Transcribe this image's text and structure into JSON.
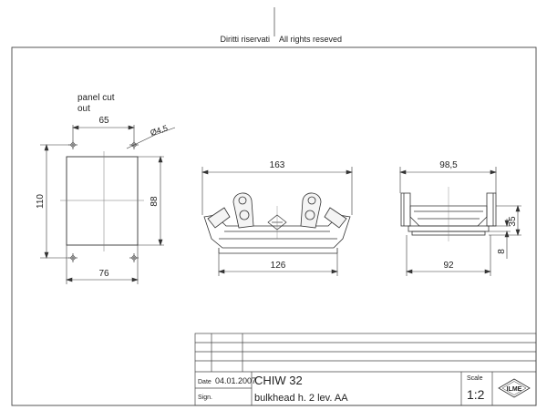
{
  "header": {
    "rights_it": "Diritti riservati",
    "rights_en": "All rights reseved"
  },
  "cutout": {
    "label_line1": "panel cut",
    "label_line2": "out",
    "dim_top": "65",
    "dim_hole": "Ø4,5",
    "dim_left": "110",
    "dim_right": "88",
    "dim_bottom": "76"
  },
  "front_view": {
    "dim_top": "163",
    "dim_bottom": "126"
  },
  "side_view": {
    "dim_top": "98,5",
    "dim_height": "35",
    "dim_flange": "8",
    "dim_bottom": "92"
  },
  "title_block": {
    "date_label": "Date",
    "date_value": "04.01.2007",
    "sign_label": "Sign.",
    "product_code": "CHIW 32",
    "description": "bulkhead h. 2 lev.  AA",
    "scale_label": "Scale",
    "scale_value": "1:2",
    "logo_text": "ILME"
  }
}
